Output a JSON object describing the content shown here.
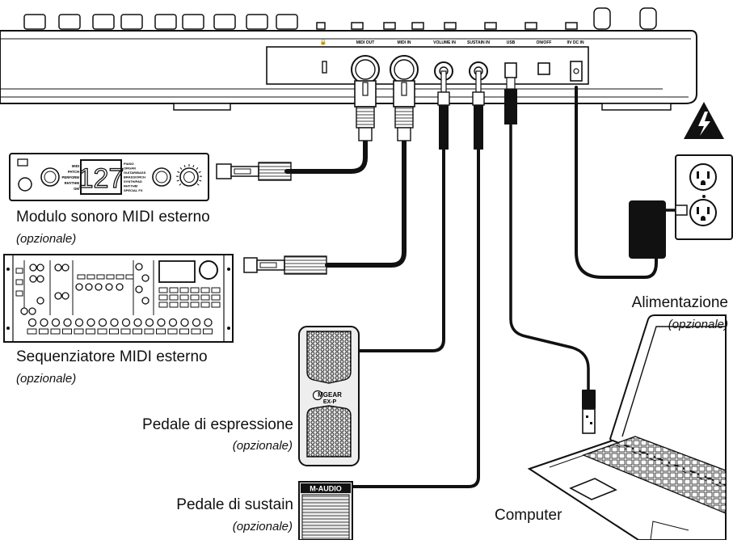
{
  "keyboard": {
    "port_labels": {
      "midi_out": "MIDI OUT",
      "midi_in": "MIDI IN",
      "volume_in": "VOLUME IN",
      "sustain_in": "SUSTAIN IN",
      "usb": "USB",
      "on_off": "ON/OFF",
      "power_in": "9V DC IN"
    }
  },
  "devices": {
    "sound_module": {
      "label": "Modulo sonoro MIDI esterno",
      "note": "(opzionale)",
      "display": "127",
      "left_menu": [
        "MIDI",
        "PATCH",
        "PERFORM",
        "RHYTHM",
        "GM"
      ],
      "right_menu": [
        "PIANO",
        "ORGAN",
        "GUITAR/BASS",
        "BRASS/ORCH",
        "SYNTH/PAD",
        "RHYTHM",
        "SPECIAL FX"
      ]
    },
    "sequencer": {
      "label": "Sequenziatore MIDI esterno",
      "note": "(opzionale)"
    },
    "expression_pedal": {
      "label": "Pedale di espressione",
      "note": "(opzionale)",
      "logo_line1": "MGEAR",
      "logo_line2": "EX-P"
    },
    "sustain_pedal": {
      "label": "Pedale di sustain",
      "note": "(opzionale)",
      "logo": "M-AUDIO"
    },
    "power": {
      "label": "Alimentazione",
      "note": "(opzionale)"
    },
    "computer": {
      "label": "Computer"
    }
  },
  "colors": {
    "cable": "#111111",
    "outline": "#111111",
    "panel": "#ffffff",
    "pedal_fill": "#eeeeee",
    "warning": "#111111"
  }
}
